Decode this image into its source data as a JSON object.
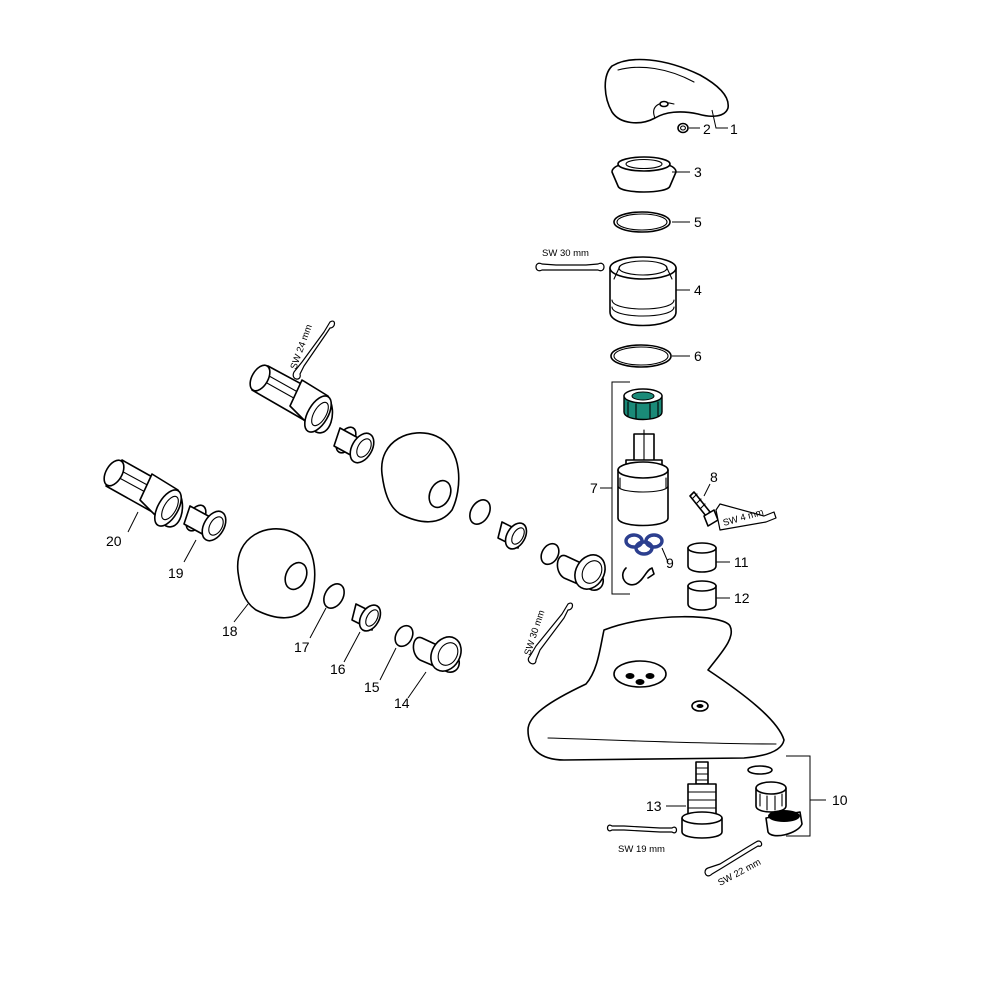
{
  "parts": [
    {
      "id": "handle",
      "number": "1"
    },
    {
      "id": "set-screw",
      "number": "2"
    },
    {
      "id": "cover-cap",
      "number": "3"
    },
    {
      "id": "clamp-nut",
      "number": "4"
    },
    {
      "id": "o-ring-upper",
      "number": "5"
    },
    {
      "id": "o-ring-lower",
      "number": "6"
    },
    {
      "id": "cartridge-assembly",
      "number": "7"
    },
    {
      "id": "fixing-screw",
      "number": "8"
    },
    {
      "id": "seal-set",
      "number": "9"
    },
    {
      "id": "aerator-set",
      "number": "10"
    },
    {
      "id": "cap-11",
      "number": "11"
    },
    {
      "id": "sleeve-12",
      "number": "12"
    },
    {
      "id": "diverter",
      "number": "13"
    },
    {
      "id": "union-nut",
      "number": "14"
    },
    {
      "id": "washer-15",
      "number": "15"
    },
    {
      "id": "check-valve",
      "number": "16"
    },
    {
      "id": "washer-17",
      "number": "17"
    },
    {
      "id": "rosette",
      "number": "18"
    },
    {
      "id": "adapter",
      "number": "19"
    },
    {
      "id": "s-union",
      "number": "20"
    }
  ],
  "tools": [
    {
      "id": "wrench-30-top",
      "label": "SW 30 mm"
    },
    {
      "id": "wrench-24",
      "label": "SW 24 mm"
    },
    {
      "id": "hex-key-4",
      "label": "SW 4 mm"
    },
    {
      "id": "wrench-30-mid",
      "label": "SW 30 mm"
    },
    {
      "id": "wrench-19",
      "label": "SW 19 mm"
    },
    {
      "id": "wrench-22",
      "label": "SW 22 mm"
    }
  ],
  "colors": {
    "line": "#000000",
    "cartridge_ring": "#1a8a78",
    "seals": "#2c3f8f"
  }
}
